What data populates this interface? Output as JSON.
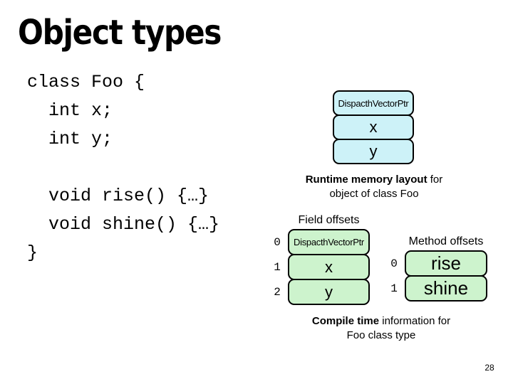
{
  "slide": {
    "title": "Object types",
    "page_number": "28",
    "background_color": "#ffffff"
  },
  "code_block": {
    "lines": [
      "class Foo {",
      "  int x;",
      "  int y;",
      "",
      "  void rise() {…}",
      "  void shine() {…}",
      "}"
    ]
  },
  "runtime_layout": {
    "fill_color": "#cdf2f8",
    "cells": [
      "DispacthVectorPtr",
      "x",
      "y"
    ],
    "caption": {
      "bold": "Runtime memory layout",
      "regular": " for",
      "line2": "object of class Foo"
    }
  },
  "field_offsets": {
    "label": "Field offsets",
    "fill_color": "#cdf3cd",
    "rows": [
      {
        "offset": "0",
        "cell": "DispacthVectorPtr"
      },
      {
        "offset": "1",
        "cell": "x"
      },
      {
        "offset": "2",
        "cell": "y"
      }
    ]
  },
  "method_offsets": {
    "label": "Method offsets",
    "fill_color": "#cdf3cd",
    "rows": [
      {
        "offset": "0",
        "cell": "rise"
      },
      {
        "offset": "1",
        "cell": "shine"
      }
    ]
  },
  "compile_caption": {
    "bold": "Compile time",
    "regular": " information for",
    "line2": "Foo class type"
  }
}
